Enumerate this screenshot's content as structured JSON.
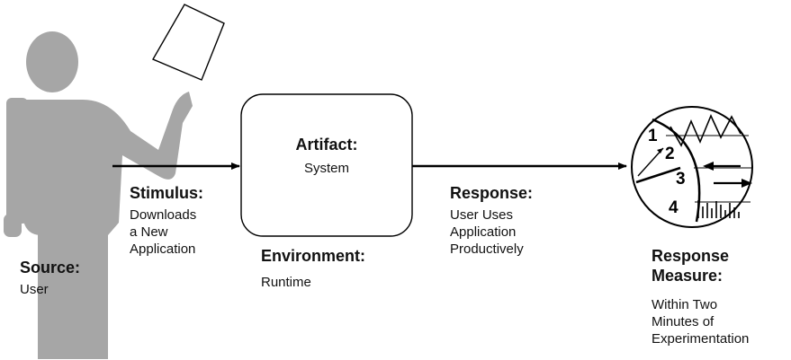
{
  "source": {
    "title": "Source:",
    "text": "User"
  },
  "stimulus": {
    "title": "Stimulus:",
    "text": "Downloads\na New\nApplication"
  },
  "artifact": {
    "title": "Artifact:",
    "text": "System"
  },
  "environment": {
    "title": "Environment:",
    "text": "Runtime"
  },
  "response": {
    "title": "Response:",
    "text": "User Uses\nApplication\nProductively"
  },
  "response_measure": {
    "title": "Response\nMeasure:",
    "text": "Within Two\nMinutes of\nExperimentation"
  },
  "gauge": {
    "numbers": [
      "1",
      "2",
      "3",
      "4"
    ]
  },
  "colors": {
    "figure": "#a6a6a6",
    "line": "#000000",
    "background": "#ffffff"
  },
  "icons": {
    "source": "user-figure-icon",
    "stimulus": "paper-icon",
    "measure": "gauge-icon"
  }
}
